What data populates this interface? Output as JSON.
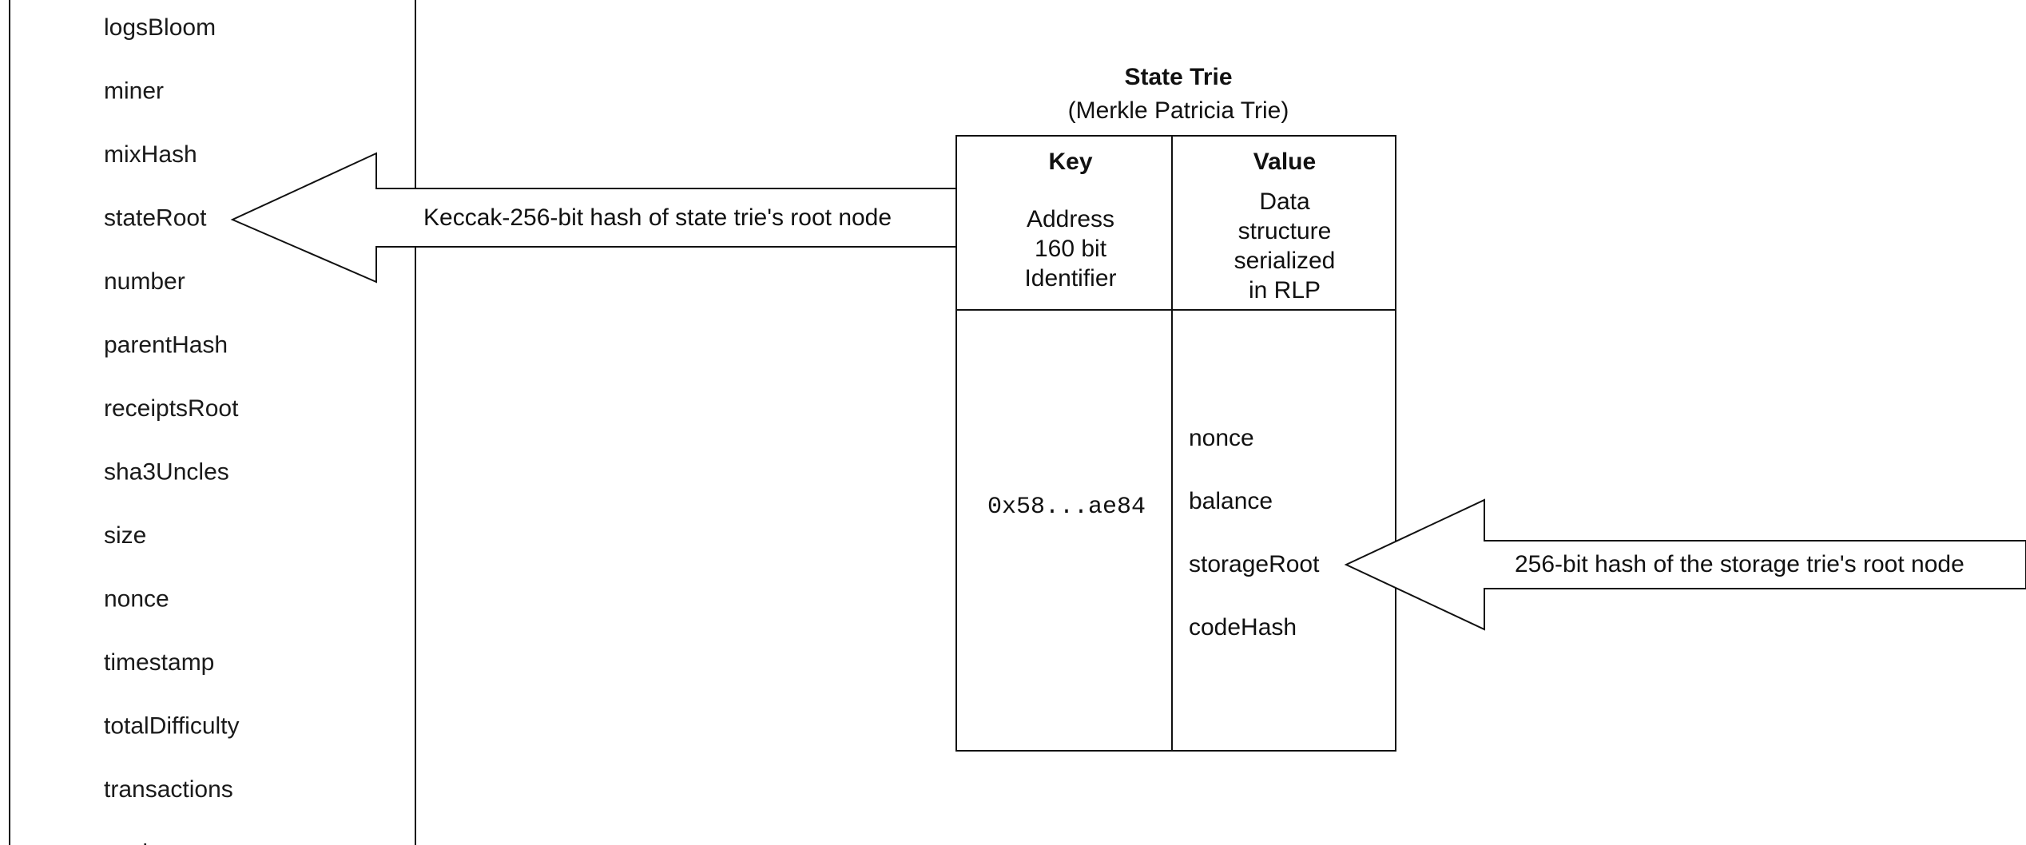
{
  "block_fields": [
    "logsBloom",
    "miner",
    "mixHash",
    "stateRoot",
    "number",
    "parentHash",
    "receiptsRoot",
    "sha3Uncles",
    "size",
    "nonce",
    "timestamp",
    "totalDifficulty",
    "transactions",
    "uncles"
  ],
  "state_trie": {
    "title": "State Trie",
    "subtitle": "(Merkle Patricia Trie)",
    "key_header": "Key",
    "value_header": "Value",
    "key_description": [
      "Address",
      "160 bit",
      "Identifier"
    ],
    "value_description": [
      "Data",
      "structure",
      "serialized",
      "in RLP"
    ],
    "key_example": "0x58...ae84",
    "value_fields": [
      "nonce",
      "balance",
      "storageRoot",
      "codeHash"
    ]
  },
  "arrows": {
    "state_root_label": "Keccak-256-bit hash of state trie's root node",
    "storage_root_label": "256-bit hash of the storage trie's root node"
  }
}
